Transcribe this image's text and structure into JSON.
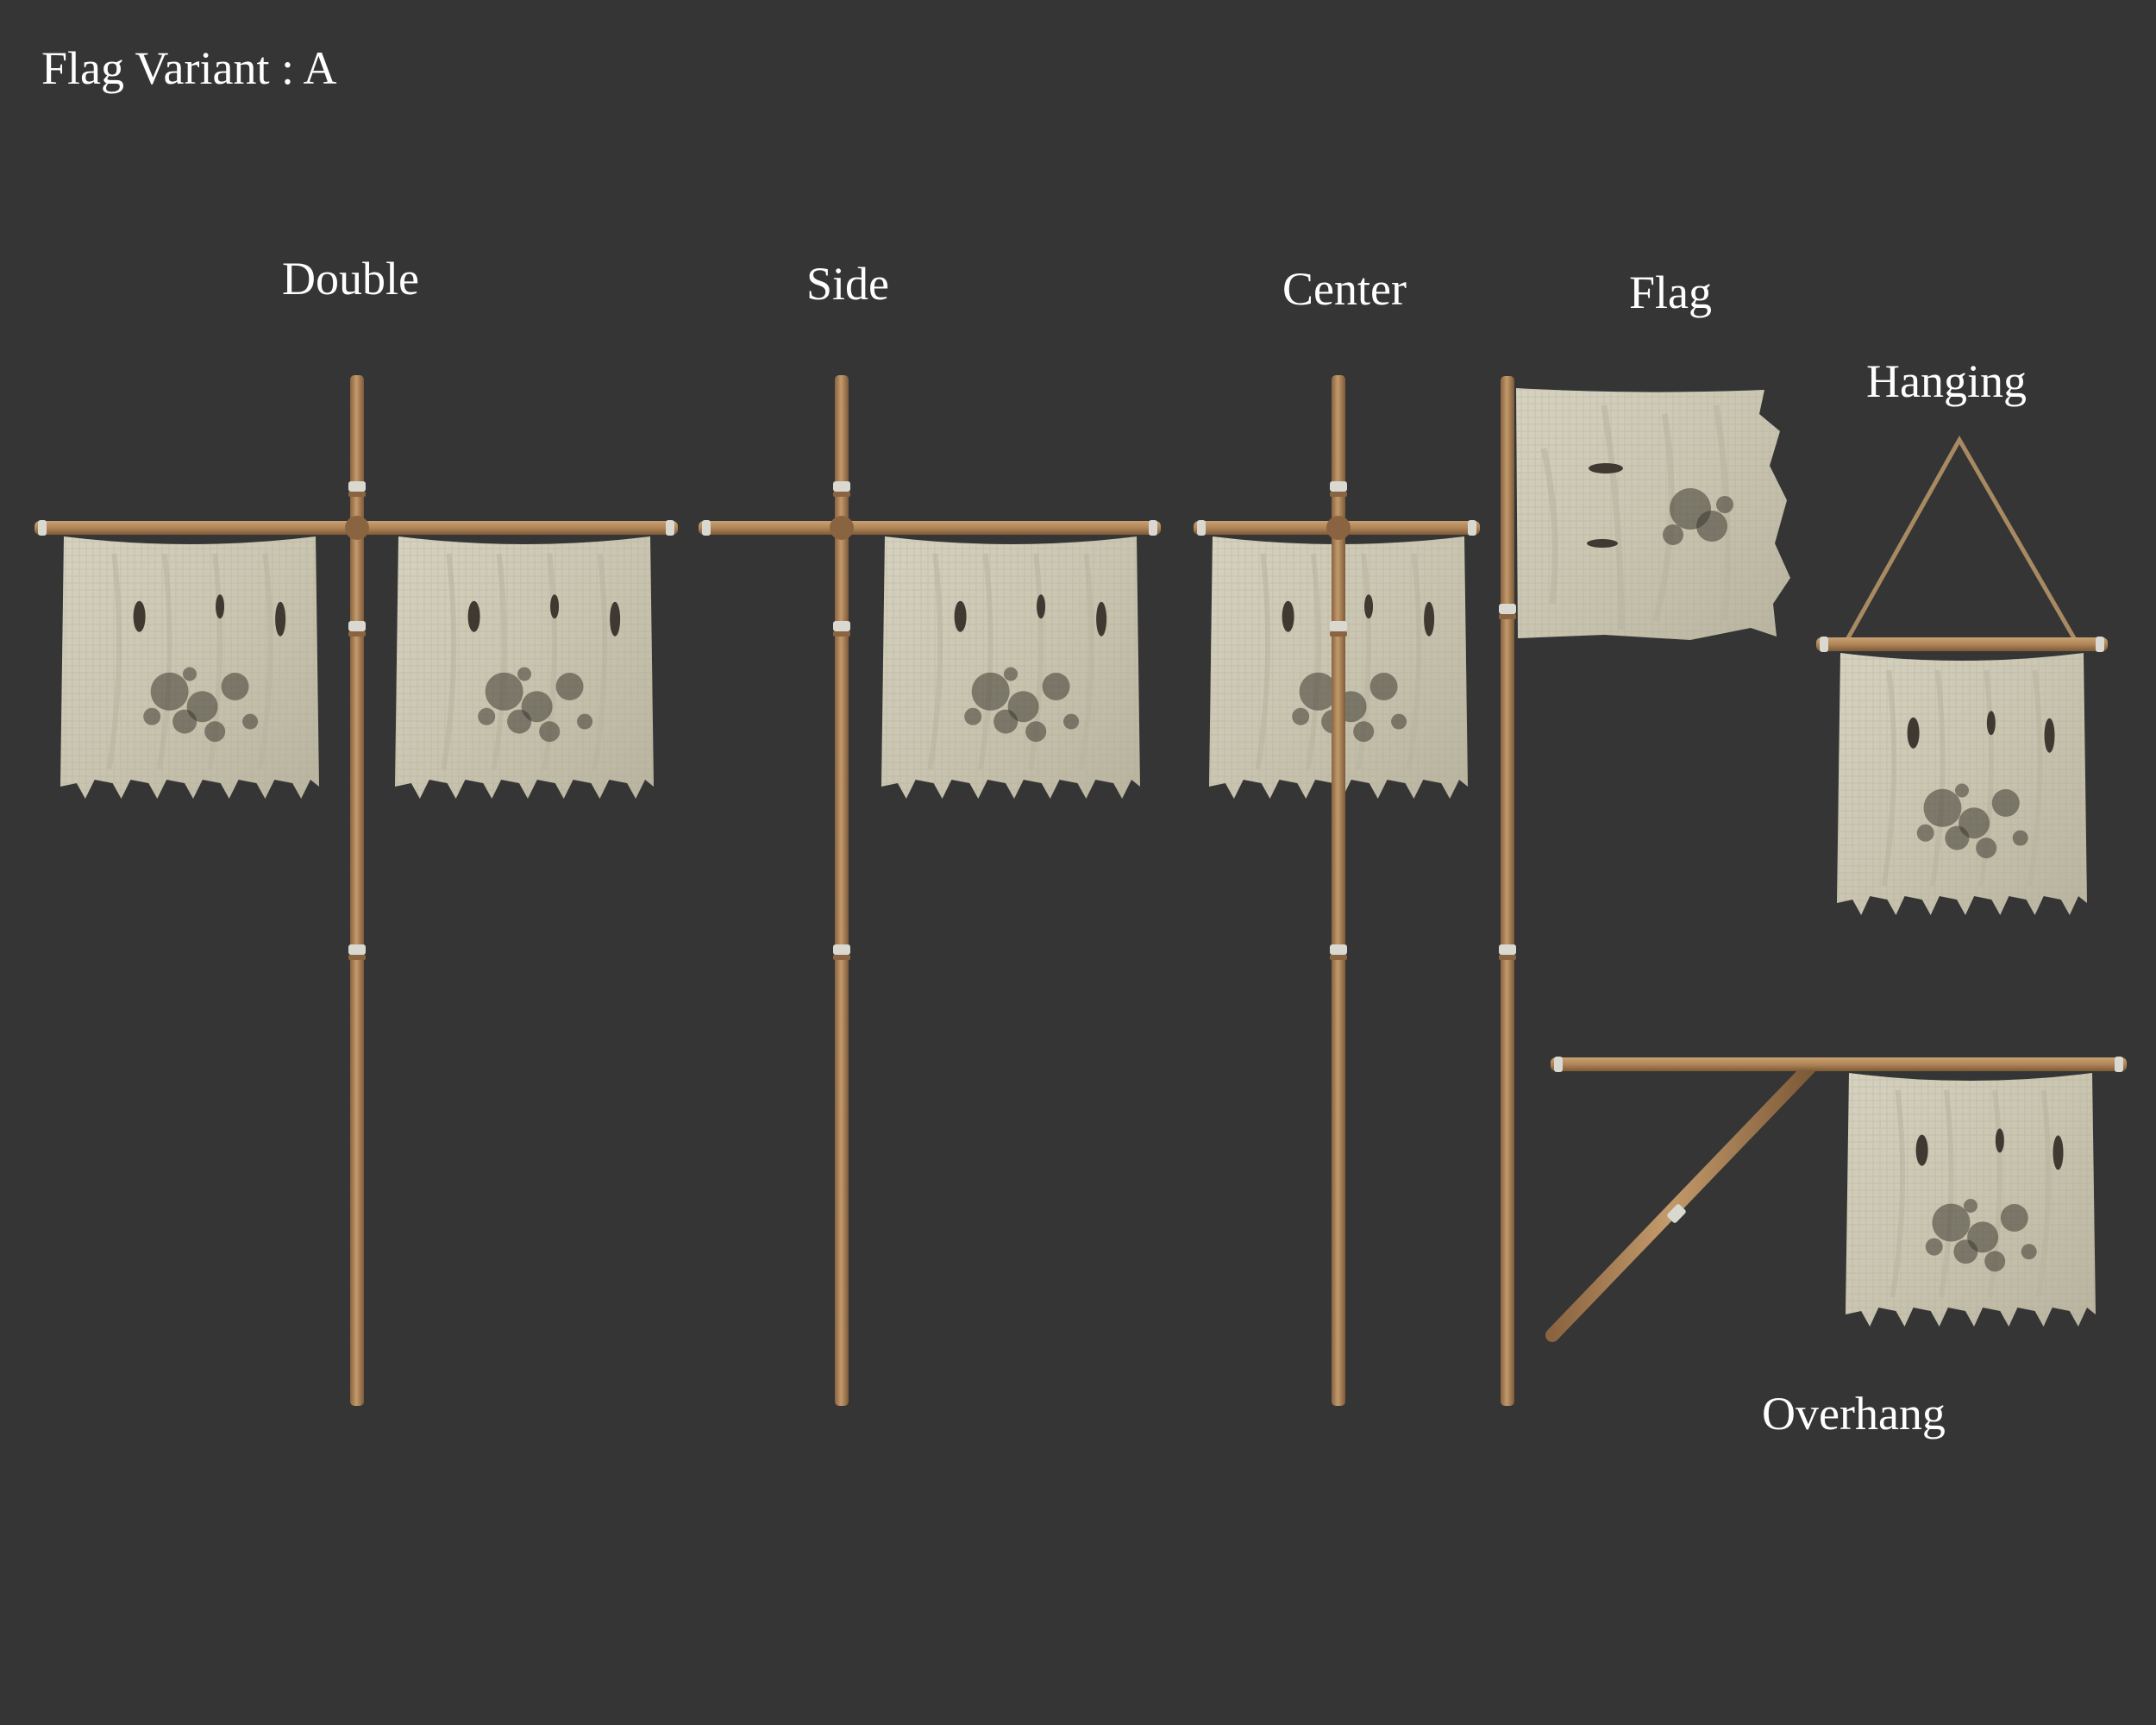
{
  "sheet_title": "Flag Variant : A",
  "variants": {
    "double": "Double",
    "side": "Side",
    "center": "Center",
    "flag": "Flag",
    "hanging": "Hanging",
    "overhang": "Overhang"
  },
  "colors": {
    "background": "#353535",
    "label": "#ffffff",
    "wood": "#b48b5f",
    "wood_dark": "#8a6440",
    "cloth": "#cfcbb8",
    "cloth_shade": "#b8b39e",
    "stain": "#3e3a32",
    "binding": "#d9d9d2",
    "rope": "#a88a62"
  }
}
